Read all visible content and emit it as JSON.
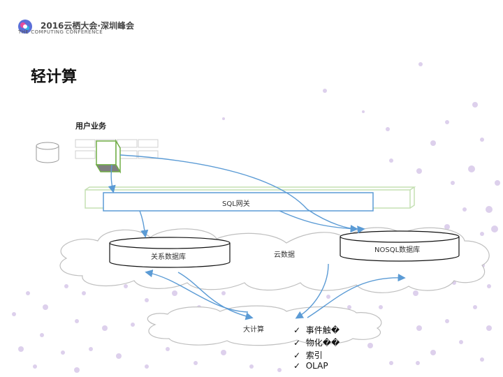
{
  "header": {
    "logo_line1": "2016云栖大会·深圳峰会",
    "logo_line2": "THE COMPUTING CONFERENCE",
    "logo_icon": "cloud-dots-logo-icon"
  },
  "slide": {
    "title": "轻计算"
  },
  "diagram": {
    "user_business": "用户业务",
    "sql_gateway": "SQL网关",
    "relational_db": "关系数据库",
    "cloud_data": "云数据",
    "nosql_db": "NOSQL数据库",
    "big_compute": "大计算",
    "features": [
      "事件触�",
      "物化��",
      "索引",
      "OLAP"
    ]
  },
  "colors": {
    "arrow": "#5b9bd5",
    "gateway_border": "#5b9bd5",
    "green_frame": "#c5e0b4",
    "green_cell": "#70ad47",
    "dots": "#d9c9ea"
  }
}
